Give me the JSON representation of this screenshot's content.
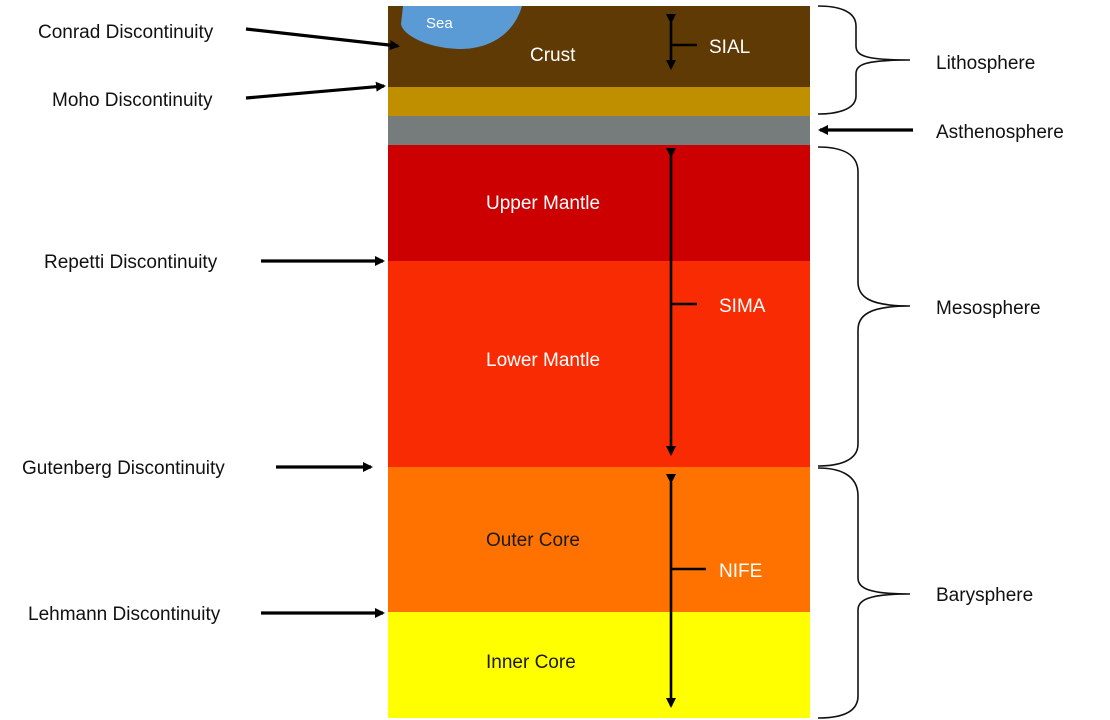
{
  "layers": {
    "crust": {
      "label": "Crust",
      "color": "#5f3a05"
    },
    "moho_band": {
      "color": "#bf8f00"
    },
    "asthenosphere_band": {
      "color": "#767b7b"
    },
    "upper_mantle": {
      "label": "Upper Mantle",
      "color": "#cc0000"
    },
    "lower_mantle": {
      "label": "Lower Mantle",
      "color": "#f92b02"
    },
    "outer_core": {
      "label": "Outer Core",
      "color": "#ff7200"
    },
    "inner_core": {
      "label": "Inner Core",
      "color": "#ffff00"
    },
    "sea": {
      "label": "Sea",
      "color": "#5b9bd5"
    }
  },
  "compositions": {
    "sial": "SIAL",
    "sima": "SIMA",
    "nife": "NIFE"
  },
  "discontinuities": {
    "conrad": "Conrad Discontinuity",
    "moho": "Moho Discontinuity",
    "repetti": "Repetti Discontinuity",
    "gutenberg": "Gutenberg Discontinuity",
    "lehmann": "Lehmann Discontinuity"
  },
  "spheres": {
    "lithosphere": "Lithosphere",
    "asthenosphere": "Asthenosphere",
    "mesosphere": "Mesosphere",
    "barysphere": "Barysphere"
  }
}
